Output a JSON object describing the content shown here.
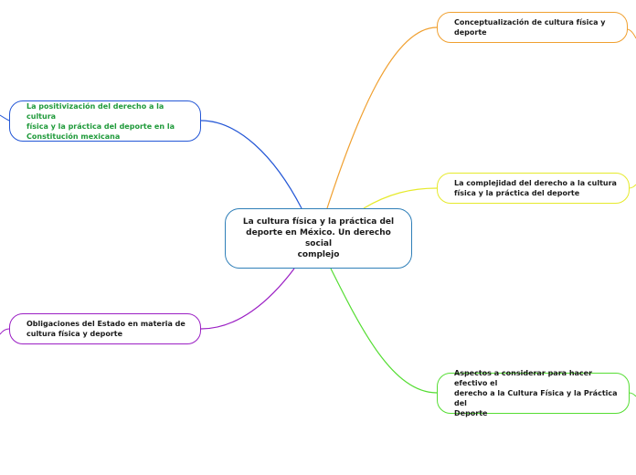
{
  "central": {
    "text": "La cultura física y la práctica del\ndeporte en México. Un derecho\nsocial\ncomplejo",
    "border_color": "#2f7fb8"
  },
  "branches": [
    {
      "id": "conceptualizacion",
      "text": "Conceptualización de cultura física y\ndeporte",
      "color": "#f0a030",
      "text_color": "#1a1a1a"
    },
    {
      "id": "complejidad",
      "text": "La complejidad del derecho a la cultura\nfísica y la práctica del deporte",
      "color": "#e6ea2c",
      "text_color": "#1a1a1a"
    },
    {
      "id": "aspectos",
      "text": "Aspectos a considerar para hacer efectivo el\nderecho a la Cultura Física y la Práctica del\nDeporte",
      "color": "#55dd33",
      "text_color": "#1a1a1a"
    },
    {
      "id": "positivizacion",
      "text": "La positivización del derecho a la cultura\nfísica y la práctica del deporte en la\nConstitución mexicana",
      "color": "#2457d6",
      "text_color": "#1f9a3a"
    },
    {
      "id": "obligaciones",
      "text": "Obligaciones del Estado en materia de\ncultura física y deporte",
      "color": "#9b1fc4",
      "text_color": "#1a1a1a"
    }
  ]
}
